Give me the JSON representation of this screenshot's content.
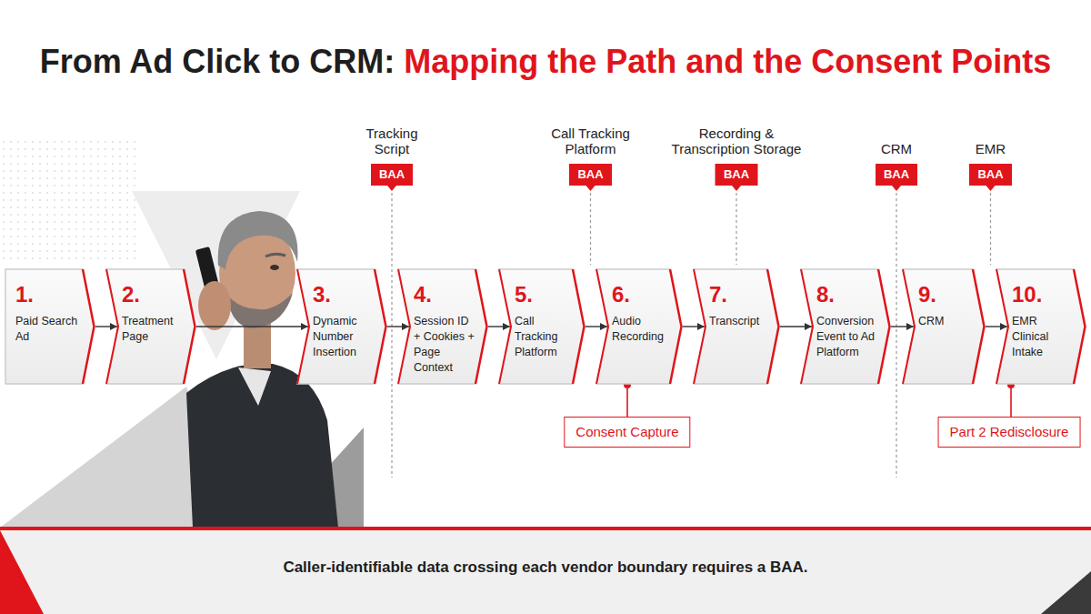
{
  "diagram": {
    "title": "From Ad Click to CRM: Mapping the Path and the Consent Points",
    "caption": "Caller-identifiable data crossing each vendor boundary requires a BAA.",
    "nodes": [
      {
        "text": [
          "Tracking Script",
          "BAA"
        ]
      },
      {
        "text": [
          "Call Tracking Platform",
          "BAA"
        ]
      },
      {
        "text": [
          "Recording & Transcription Storage",
          "BAA"
        ]
      },
      {
        "text": [
          "CRM",
          "BAA"
        ]
      },
      {
        "text": [
          "EMR",
          "BAA"
        ]
      },
      {
        "text": [
          "1.",
          "Paid Search Ad"
        ]
      },
      {
        "text": [
          "2.",
          "Treatment Page"
        ]
      },
      {
        "text": [
          "3.",
          "Dynamic Number Insertion"
        ]
      },
      {
        "text": [
          "4.",
          "Session ID + Cookies + Page Context"
        ]
      },
      {
        "text": [
          "5.",
          "Call Tracking Platform"
        ]
      },
      {
        "text": [
          "6.",
          "Audio Recording"
        ]
      },
      {
        "text": [
          "7.",
          "Transcript"
        ]
      },
      {
        "text": [
          "8.",
          "Conversion Event to Ad Platform"
        ]
      },
      {
        "text": [
          "9.",
          "CRM"
        ]
      },
      {
        "text": [
          "10.",
          "EMR Clinical Intake"
        ]
      },
      {
        "text": [
          "Consent Capture"
        ]
      },
      {
        "text": [
          "Part 2 Redisclosure"
        ]
      }
    ],
    "edges": [
      {
        "from": 5,
        "to": 6,
        "arrow": "to"
      },
      {
        "from": 6,
        "to": 7,
        "arrow": "to"
      },
      {
        "from": 7,
        "to": 8,
        "arrow": "to"
      },
      {
        "from": 8,
        "to": 9,
        "arrow": "to"
      },
      {
        "from": 9,
        "to": 10,
        "arrow": "to"
      },
      {
        "from": 10,
        "to": 11,
        "arrow": "to"
      },
      {
        "from": 11,
        "to": 12,
        "arrow": "to"
      },
      {
        "from": 12,
        "to": 13,
        "arrow": "to"
      },
      {
        "from": 13,
        "to": 14,
        "arrow": "to"
      },
      {
        "from": 15,
        "to": 10,
        "arrow": "none"
      },
      {
        "from": 16,
        "to": 14,
        "arrow": "none"
      }
    ]
  }
}
